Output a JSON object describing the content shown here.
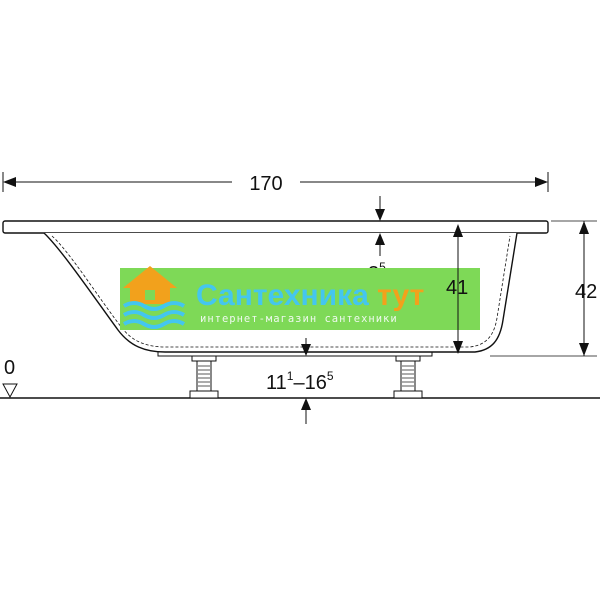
{
  "dimensions": {
    "length": "170",
    "rim_height_3": "3",
    "rim_height_3_sup": "5",
    "inner_depth": "41",
    "total_height": "42",
    "floor_level": "0",
    "leg_height_main": "11",
    "leg_height_sup1": "1",
    "leg_height_dash": "–16",
    "leg_height_sup2": "5"
  },
  "watermark": {
    "title_main": "Сантехника ",
    "title_accent": "тут",
    "subtitle": "интернет-магазин сантехники",
    "colors": {
      "banner": "#7ed957",
      "title": "#44c6ef",
      "accent": "#f2a11c",
      "house": "#f2a11c",
      "waves": "#44c6ef"
    }
  }
}
